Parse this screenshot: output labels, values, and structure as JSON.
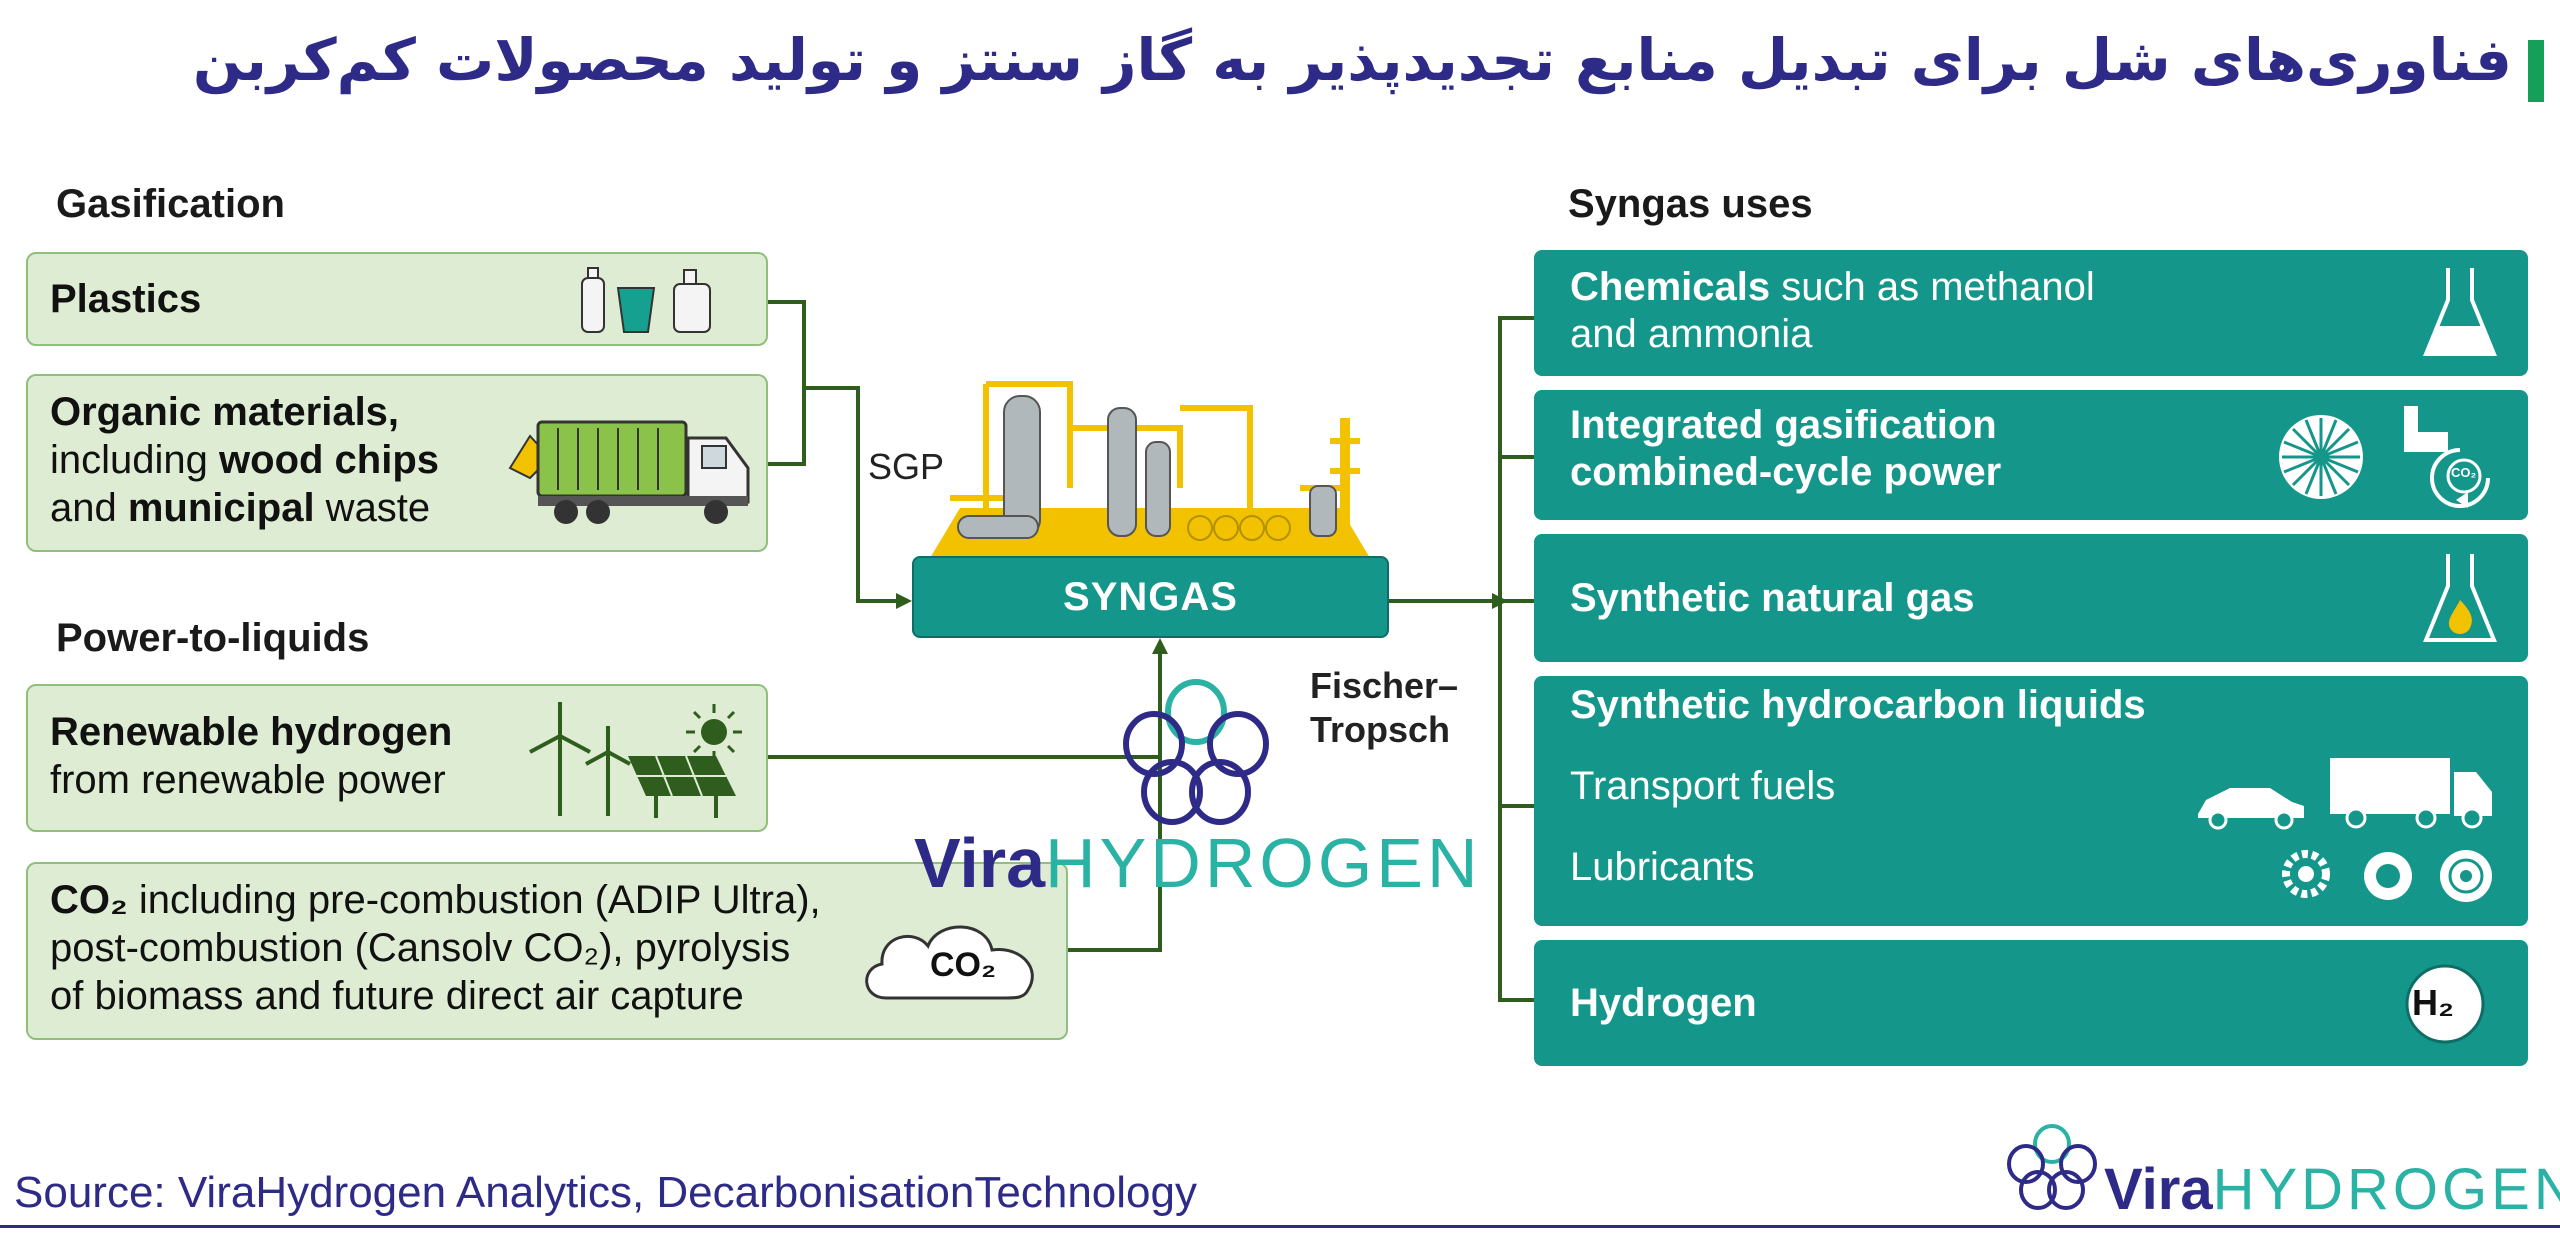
{
  "header": {
    "title": "فناوری‌های شل برای تبدیل منابع تجدیدپذیر به گاز سنتز و تولید محصولات کم‌کربن"
  },
  "sections": {
    "gasification": "Gasification",
    "power_to_liquids": "Power-to-liquids",
    "syngas_uses": "Syngas uses"
  },
  "inputs": {
    "plastics": "Plastics",
    "organic_line1_bold": "Organic materials,",
    "organic_line2_pre": "including ",
    "organic_line2_bold": "wood chips",
    "organic_line3_pre": "and ",
    "organic_line3_bold": "municipal",
    "organic_line3_post": " waste",
    "hydrogen_bold": "Renewable hydrogen",
    "hydrogen_rest": "from renewable power",
    "co2_bold": "CO₂",
    "co2_line1_rest": " including pre-combustion (ADIP Ultra),",
    "co2_line2": "post-combustion (Cansolv CO₂), pyrolysis",
    "co2_line3": "of biomass and future direct air capture",
    "co2_cloud_label": "CO₂"
  },
  "center": {
    "syngas": "SYNGAS",
    "sgp": "SGP",
    "fischer_line1": "Fischer–",
    "fischer_line2": "Tropsch"
  },
  "uses": {
    "chemicals_bold": "Chemicals",
    "chemicals_rest": " such as methanol",
    "chemicals_line2": "and ammonia",
    "igcc_line1": "Integrated gasification",
    "igcc_line2": "combined-cycle power",
    "igcc_co2_icon_label": "CO₂",
    "sng": "Synthetic natural gas",
    "liquids_title": "Synthetic hydrocarbon liquids",
    "transport_fuels": "Transport fuels",
    "lubricants": "Lubricants",
    "hydrogen": "Hydrogen",
    "h2_icon_label": "H₂"
  },
  "watermark": {
    "vira": "Vira",
    "hydrogen": "HYDROGEN"
  },
  "footer": {
    "source": "Source: ViraHydrogen Analytics, DecarbonisationTechnology"
  },
  "colors": {
    "title_blue": "#2e2a87",
    "accent_green": "#15a05a",
    "teal": "#14968a",
    "light_green_fill": "#dfecd4",
    "connector_green": "#2e5d1e",
    "plant_yellow": "#f2c200"
  },
  "icons": [
    "plastic-bottles-icon",
    "garbage-truck-icon",
    "wind-turbines-icon",
    "solar-panel-icon",
    "sun-icon",
    "co2-cloud-icon",
    "refinery-plant-icon",
    "flask-icon",
    "turbine-icon",
    "power-plant-co2-icon",
    "flame-flask-icon",
    "car-icon",
    "truck-icon",
    "gears-icon",
    "h2-circle-icon",
    "vira-logo-icon"
  ]
}
